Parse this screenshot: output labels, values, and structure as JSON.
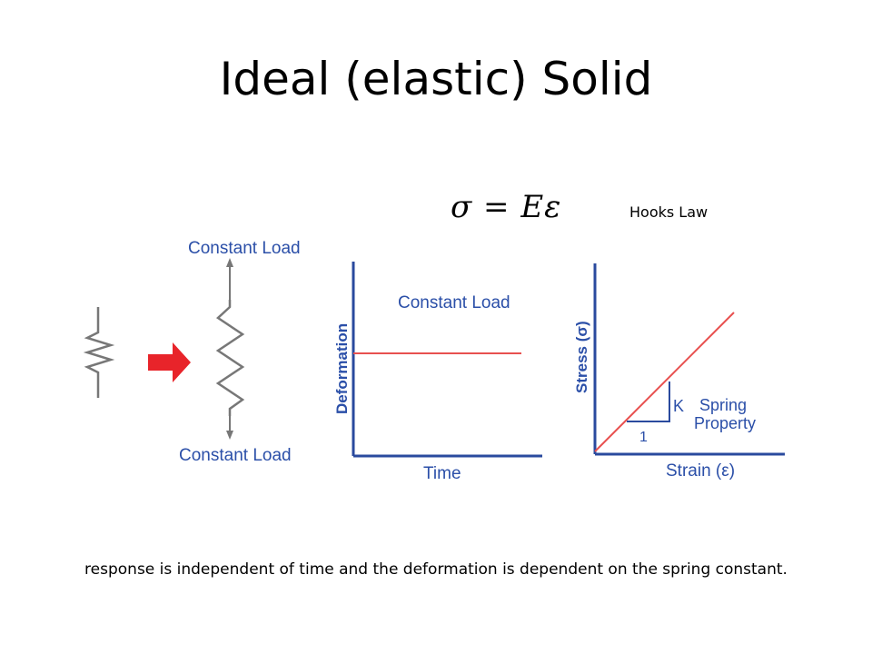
{
  "title": "Ideal (elastic) Solid",
  "equation": "σ = Eε",
  "hooks_law_label": "Hooks Law",
  "spring_diagram": {
    "top_label": "Constant Load",
    "bottom_label": "Constant Load"
  },
  "deformation_plot": {
    "title": "Constant Load",
    "ylabel": "Deformation",
    "xlabel": "Time"
  },
  "stress_strain_plot": {
    "ylabel": "Stress (σ)",
    "xlabel": "Strain (ε)",
    "slope_label": "K",
    "run_label": "1",
    "annotation_line1": "Spring",
    "annotation_line2": "Property"
  },
  "caption": "response is independent of time and the deformation is dependent on the spring constant.",
  "colors": {
    "label_blue": "#2b4fa8",
    "axis_blue": "#2a4a9e",
    "line_red": "#e8504f",
    "arrow_red": "#e8242a",
    "spring_gray": "#777777"
  }
}
